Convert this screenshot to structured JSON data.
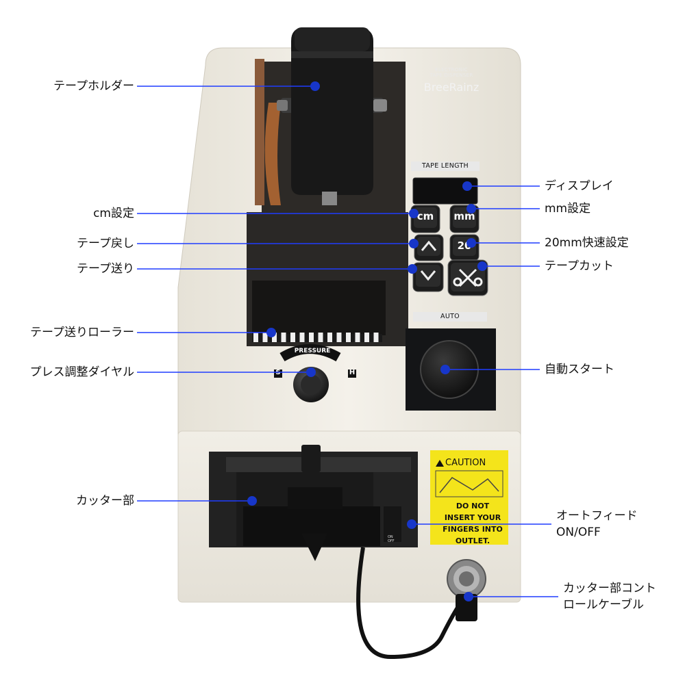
{
  "product": {
    "brand_small_line1": "ELECTRONIC",
    "brand_small_line2": "TAPE DISPENSER",
    "brand_name": "BreeRainz",
    "tape_length_label": "TAPE LENGTH",
    "auto_label": "AUTO",
    "pressure_label": "PRESSURE",
    "pressure_soft": "S",
    "pressure_hard": "H",
    "button_cm": "cm",
    "button_mm": "mm",
    "button_20": "20",
    "on_off_small_on": "ON",
    "on_off_small_off": "OFF"
  },
  "caution": {
    "title": "CAUTION",
    "line1": "DO NOT",
    "line2": "INSERT YOUR",
    "line3": "FINGERS INTO",
    "line4": "OUTLET."
  },
  "callouts": {
    "tape_holder": "テープホルダー",
    "cm_setting": "cm設定",
    "tape_return": "テープ戻し",
    "tape_feed": "テープ送り",
    "tape_feed_roller": "テープ送りローラー",
    "pressure_dial": "プレス調整ダイヤル",
    "cutter": "カッター部",
    "display": "ディスプレイ",
    "mm_setting": "mm設定",
    "quick_20mm": "20mm快速設定",
    "tape_cut": "テープカット",
    "auto_start": "自動スタート",
    "auto_feed_line1": "オートフィード",
    "auto_feed_line2": "ON/OFF",
    "cable_line1": "カッター部コント",
    "cable_line2": "ロールケーブル"
  },
  "colors": {
    "callout_line": "#1f3cff",
    "callout_dot": "#1736c9",
    "body": "#efece3",
    "panel": "#1b1c1f",
    "caution_bg": "#f4e41b"
  }
}
